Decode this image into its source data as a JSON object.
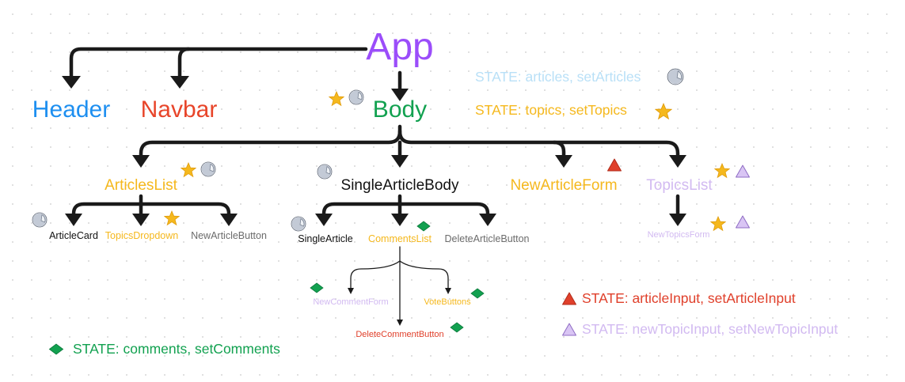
{
  "colors": {
    "app": "#9b4dfa",
    "header": "#1e8ff0",
    "navbar": "#e8452a",
    "body": "#12a150",
    "yellow": "#f5b81d",
    "lightblue": "#b9e0f7",
    "lavender": "#d2baf1",
    "black": "#111111",
    "gray": "#6b6b6b",
    "red": "#e0402b",
    "green": "#12a150"
  },
  "nodes": {
    "app": "App",
    "header": "Header",
    "navbar": "Navbar",
    "body": "Body",
    "articles_list": "ArticlesList",
    "single_article_body": "SingleArticleBody",
    "new_article_form": "NewArticleForm",
    "topics_list": "TopicsList",
    "article_card": "ArticleCard",
    "topics_dropdown": "TopicsDropdown",
    "new_article_button": "NewArticleButton",
    "single_article": "SingleArticle",
    "comments_list": "CommentsList",
    "delete_article_button": "DeleteArticleButton",
    "new_topics_form": "NewTopicsForm",
    "new_comment_form": "NewCommentForm",
    "vote_buttons": "VoteButtons",
    "delete_comment_button": "DeleteCommentButton"
  },
  "legend": {
    "articles": "STATE: articles, setArticles",
    "topics": "STATE: topics, setTopics",
    "article_input": "STATE: articleInput, setArticleInput",
    "new_topic_input": "STATE: newTopicInput, setNewTopicInput",
    "comments": "STATE: comments, setComments"
  },
  "icons": {
    "articles_state": "sticker-icon",
    "topics_state": "star-icon",
    "article_input_state": "red-triangle-icon",
    "new_topic_input_state": "lavender-triangle-icon",
    "comments_state": "green-diamond-icon"
  }
}
